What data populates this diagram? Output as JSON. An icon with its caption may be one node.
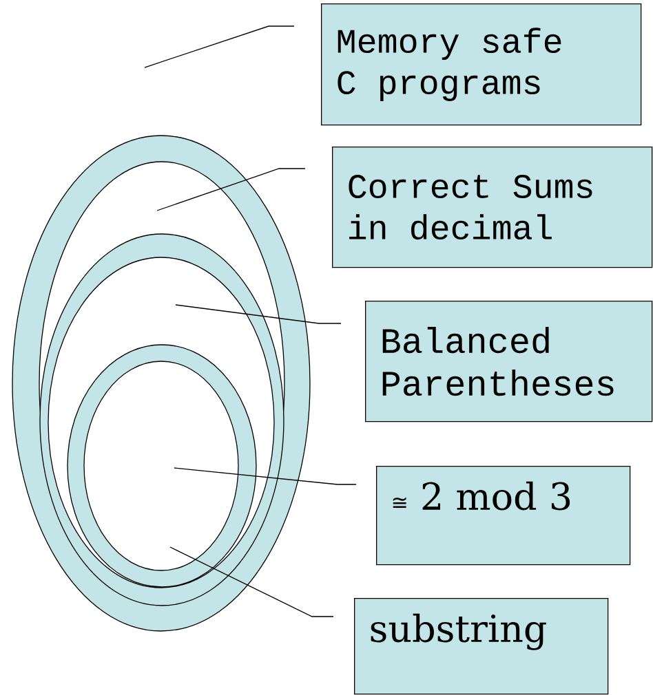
{
  "diagram": {
    "nodes": [
      {
        "text": [
          "Memory safe C programs"
        ]
      },
      {
        "text": [
          "Correct Sums in decimal"
        ]
      },
      {
        "text": [
          "Balanced Parentheses"
        ]
      },
      {
        "text": [
          "≅ 2 mod 3"
        ]
      },
      {
        "text": [
          "substring"
        ]
      }
    ],
    "edges": [
      {
        "from": 0,
        "to": null,
        "arrow": "none"
      },
      {
        "from": 1,
        "to": null,
        "arrow": "none"
      },
      {
        "from": 2,
        "to": null,
        "arrow": "none"
      },
      {
        "from": 3,
        "to": null,
        "arrow": "none"
      },
      {
        "from": 4,
        "to": null,
        "arrow": "none"
      }
    ]
  }
}
